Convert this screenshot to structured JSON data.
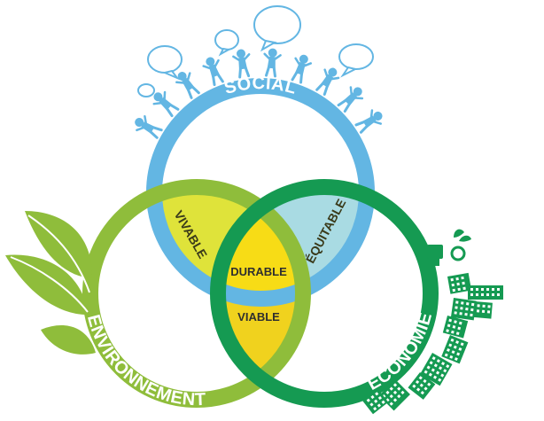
{
  "rings": {
    "social": {
      "label": "SOCIAL",
      "color": "#63b6e3"
    },
    "environnement": {
      "label": "ENVIRONNEMENT",
      "color": "#8fbd3b"
    },
    "economie": {
      "label": "ÉCONOMIE",
      "color": "#159a52"
    }
  },
  "zones": {
    "vivable": {
      "label": "VIVABLE",
      "color": "#dfe33a"
    },
    "equitable": {
      "label": "ÉQUITABLE",
      "color": "#a9dbe3"
    },
    "viable": {
      "label": "VIABLE",
      "color": "#f0d21e"
    },
    "durable": {
      "label": "DURABLE",
      "color": "#f7dc16"
    }
  },
  "colors": {
    "people": "#63b6e3",
    "leaf": "#8fbd3b",
    "buildings": "#159a52",
    "text_on_ring": "#ffffff"
  },
  "icons": [
    "people-chain-icon",
    "speech-bubble-icon",
    "leaf-icon",
    "city-buildings-icon",
    "recycle-icon"
  ]
}
